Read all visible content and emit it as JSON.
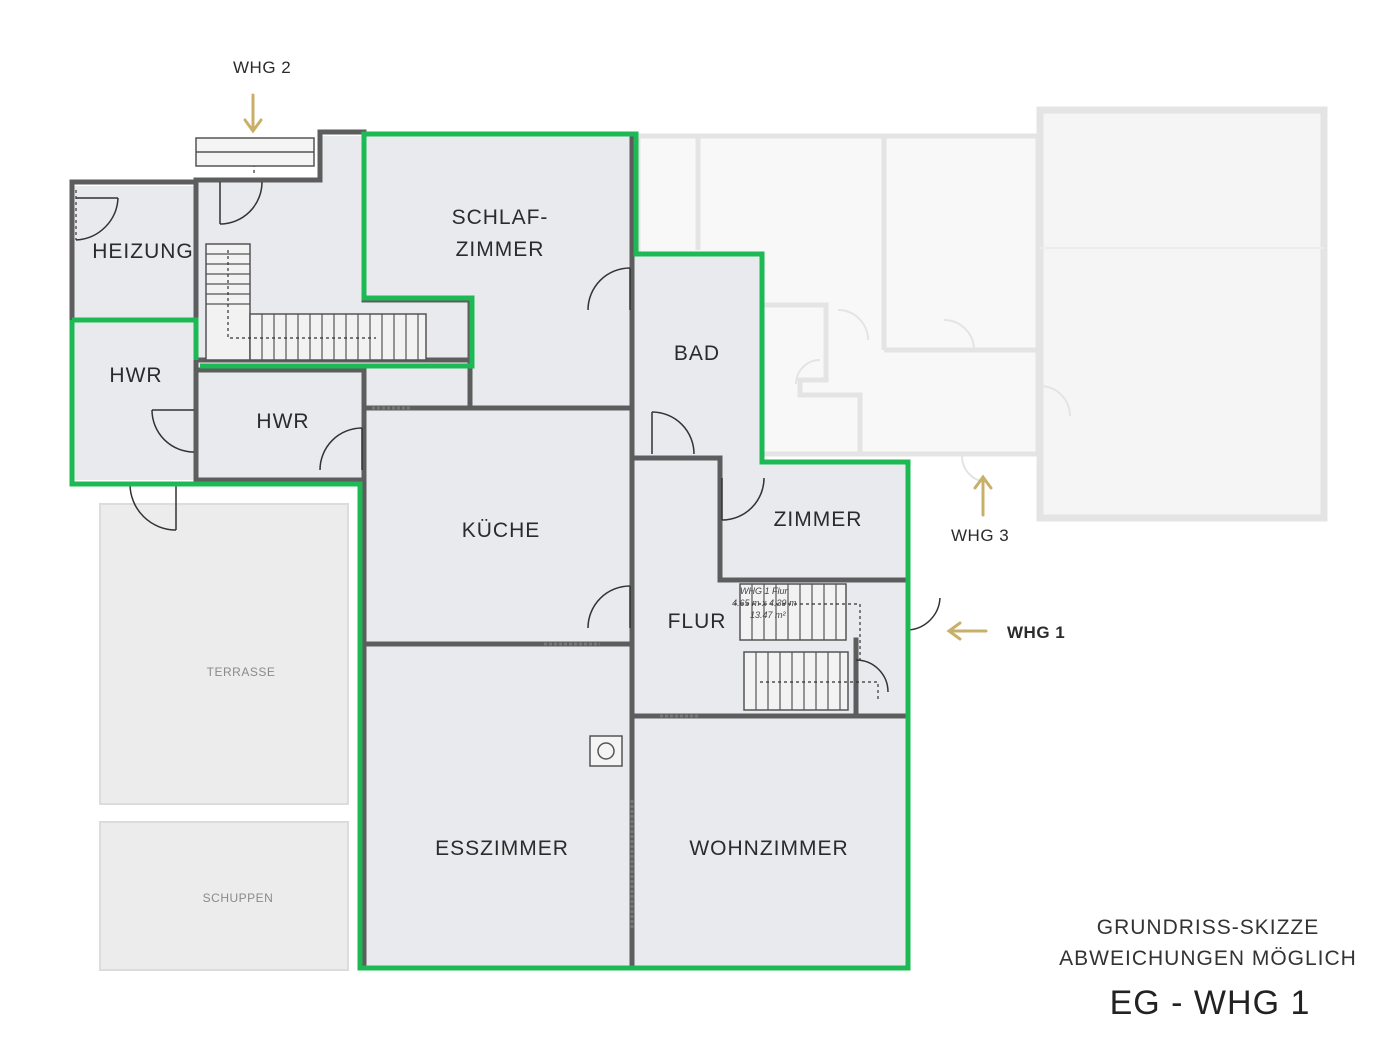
{
  "plan": {
    "rooms": {
      "heizung": "HEIZUNG",
      "hwr_left": "HWR",
      "hwr_center": "HWR",
      "schlafzimmer_line1": "SCHLAF-",
      "schlafzimmer_line2": "ZIMMER",
      "bad": "BAD",
      "kueche": "KÜCHE",
      "zimmer": "ZIMMER",
      "flur": "FLUR",
      "esszimmer": "ESSZIMMER",
      "wohnzimmer": "WOHNZIMMER",
      "terrasse": "TERRASSE",
      "schuppen": "SCHUPPEN"
    },
    "flur_annotation": {
      "line1": "WHG 1  Flur",
      "line2": "4.65 m x 4.39 m",
      "line3": "13.47 m²"
    },
    "entrances": {
      "whg2": "WHG 2",
      "whg3": "WHG 3",
      "whg1": "WHG 1"
    },
    "notes": {
      "line1": "GRUNDRISS-SKIZZE",
      "line2": "ABWEICHUNGEN MÖGLICH"
    },
    "title": "EG - WHG 1",
    "colors": {
      "highlight": "#1db954",
      "arrow": "#c9b06a",
      "wall": "#5a5a5a",
      "floor": "#e9eaee",
      "faded": "#cfcfcf"
    }
  }
}
